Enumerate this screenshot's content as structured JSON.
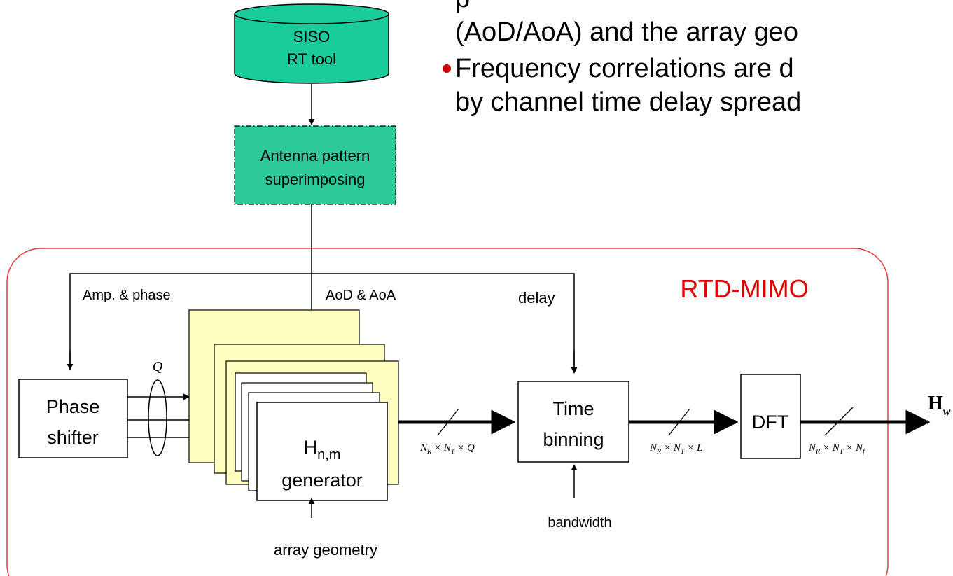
{
  "bullets": {
    "line1_partial": "(AoD/AoA) and the array geo",
    "line2": "Frequency correlations are d",
    "line3": "by channel time delay spread",
    "bullet_color": "#cc0000"
  },
  "blocks": {
    "siso_line1": "SISO",
    "siso_line2": "RT tool",
    "antenna_line1": "Antenna pattern",
    "antenna_line2": "superimposing",
    "phase_line1": "Phase",
    "phase_line2": "shifter",
    "gen_main": "H",
    "gen_sub": "n,m",
    "gen_line2": "generator",
    "time_line1": "Time",
    "time_line2": "binning",
    "dft": "DFT"
  },
  "labels": {
    "amp_phase": "Amp. & phase",
    "aod_aoa": "AoD & AoA",
    "delay": "delay",
    "rtd_mimo": "RTD-MIMO",
    "q": "Q",
    "bandwidth": "bandwidth",
    "array_geometry": "array geometry",
    "output_H": "H",
    "output_sub": "w"
  },
  "dims": {
    "dim1": {
      "nr": "N",
      "nr_sub": "R",
      "nt": "N",
      "nt_sub": "T",
      "last": "Q",
      "last_sub": ""
    },
    "dim2": {
      "nr": "N",
      "nr_sub": "R",
      "nt": "N",
      "nt_sub": "T",
      "last": "L",
      "last_sub": ""
    },
    "dim3": {
      "nr": "N",
      "nr_sub": "R",
      "nt": "N",
      "nt_sub": "T",
      "last": "N",
      "last_sub": "f"
    }
  },
  "colors": {
    "siso_fill": "#1acc9a",
    "antenna_fill": "#2ec999",
    "generator_fill": "#ffffc0",
    "rtd_mimo_text": "#e00000",
    "rtd_border": "#e04040"
  }
}
